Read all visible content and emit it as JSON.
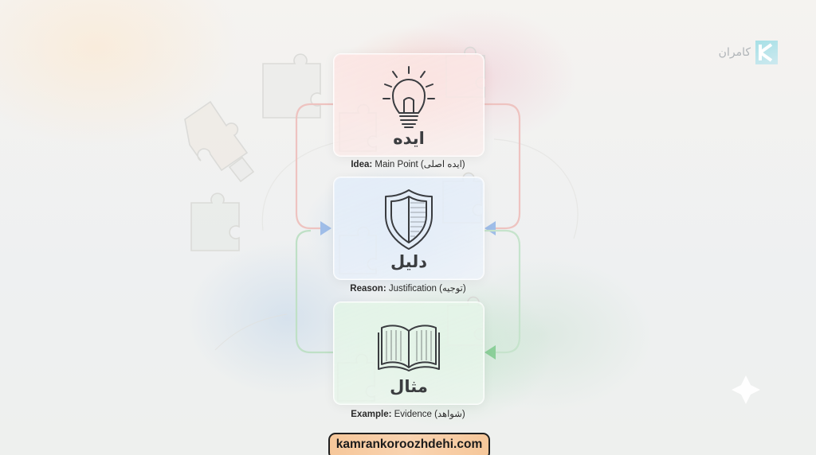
{
  "brand": {
    "logo_text": "کامران",
    "url": "kamrankoroozhdehi.com"
  },
  "cards": [
    {
      "title": "ایده",
      "caption_en": "Idea:",
      "caption_rest": " Main Point (ایده اصلی)",
      "icon": "lightbulb-icon",
      "color": "#f4a9a3"
    },
    {
      "title": "دلیل",
      "caption_en": "Reason:",
      "caption_rest": " Justification (توجیه)",
      "icon": "shield-icon",
      "color": "#8fb4e6"
    },
    {
      "title": "مثال",
      "caption_en": "Example:",
      "caption_rest": " Evidence (شواهد)",
      "icon": "open-book-icon",
      "color": "#8fd0a0"
    }
  ]
}
